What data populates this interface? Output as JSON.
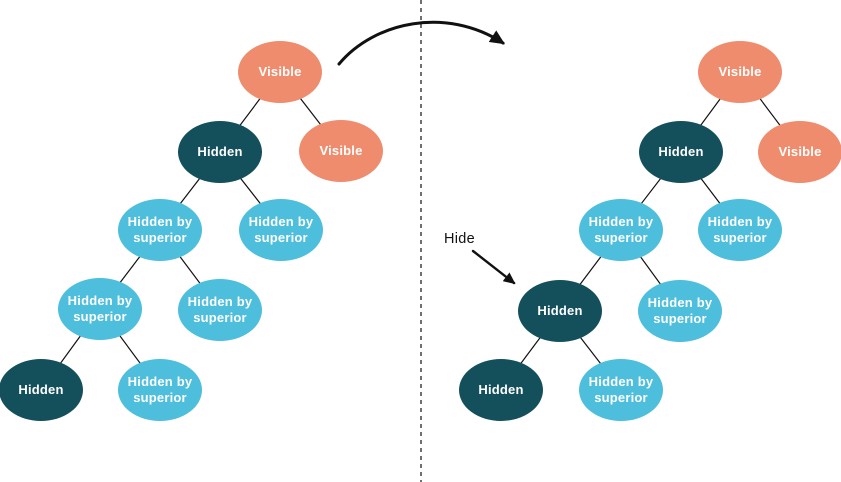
{
  "diagram": {
    "annotations": {
      "hide_label": "Hide"
    },
    "node_states": {
      "visible": {
        "color": "#EF8C6E",
        "text_color": "#FFFFFF",
        "meaning": "Visible"
      },
      "hidden": {
        "color": "#14505C",
        "text_color": "#FFFFFF",
        "meaning": "Hidden"
      },
      "hidden_by_superior": {
        "color": "#4DBEDC",
        "text_color": "#FFFFFF",
        "meaning": "Hidden by superior"
      }
    },
    "line_color": "#111111",
    "left_tree": {
      "nodes": [
        {
          "id": "l1",
          "label": "Visible",
          "state": "visible"
        },
        {
          "id": "l2a",
          "label": "Hidden",
          "state": "hidden"
        },
        {
          "id": "l2b",
          "label": "Visible",
          "state": "visible"
        },
        {
          "id": "l3a",
          "label": "Hidden by superior",
          "state": "hidden_by_superior"
        },
        {
          "id": "l3b",
          "label": "Hidden by superior",
          "state": "hidden_by_superior"
        },
        {
          "id": "l4a",
          "label": "Hidden by superior",
          "state": "hidden_by_superior"
        },
        {
          "id": "l4b",
          "label": "Hidden by superior",
          "state": "hidden_by_superior"
        },
        {
          "id": "l5a",
          "label": "Hidden",
          "state": "hidden"
        },
        {
          "id": "l5b",
          "label": "Hidden by superior",
          "state": "hidden_by_superior"
        }
      ],
      "edges": [
        [
          "l1",
          "l2a"
        ],
        [
          "l1",
          "l2b"
        ],
        [
          "l2a",
          "l3a"
        ],
        [
          "l2a",
          "l3b"
        ],
        [
          "l3a",
          "l4a"
        ],
        [
          "l3a",
          "l4b"
        ],
        [
          "l4a",
          "l5a"
        ],
        [
          "l4a",
          "l5b"
        ]
      ]
    },
    "right_tree": {
      "nodes": [
        {
          "id": "r1",
          "label": "Visible",
          "state": "visible"
        },
        {
          "id": "r2a",
          "label": "Hidden",
          "state": "hidden"
        },
        {
          "id": "r2b",
          "label": "Visible",
          "state": "visible"
        },
        {
          "id": "r3a",
          "label": "Hidden by superior",
          "state": "hidden_by_superior"
        },
        {
          "id": "r3b",
          "label": "Hidden by superior",
          "state": "hidden_by_superior"
        },
        {
          "id": "r4a",
          "label": "Hidden",
          "state": "hidden"
        },
        {
          "id": "r4b",
          "label": "Hidden by superior",
          "state": "hidden_by_superior"
        },
        {
          "id": "r5a",
          "label": "Hidden",
          "state": "hidden"
        },
        {
          "id": "r5b",
          "label": "Hidden by superior",
          "state": "hidden_by_superior"
        }
      ],
      "edges": [
        [
          "r1",
          "r2a"
        ],
        [
          "r1",
          "r2b"
        ],
        [
          "r2a",
          "r3a"
        ],
        [
          "r2a",
          "r3b"
        ],
        [
          "r3a",
          "r4a"
        ],
        [
          "r3a",
          "r4b"
        ],
        [
          "r4a",
          "r5a"
        ],
        [
          "r4a",
          "r5b"
        ]
      ]
    }
  }
}
